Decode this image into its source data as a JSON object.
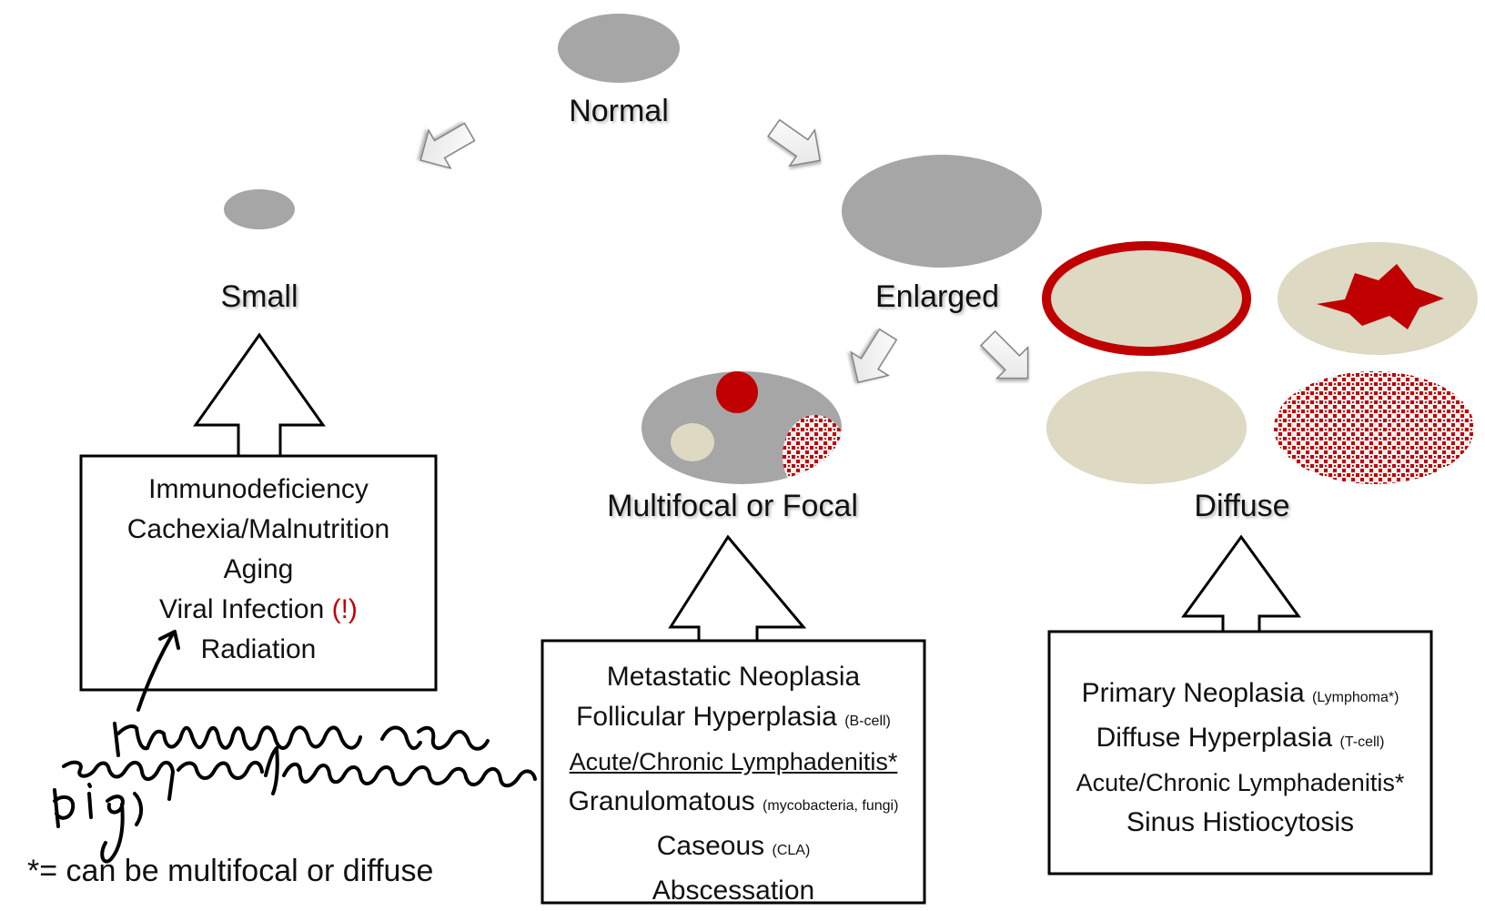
{
  "labels": {
    "normal": "Normal",
    "small": "Small",
    "enlarged": "Enlarged",
    "multifocal": "Multifocal or Focal",
    "diffuse": "Diffuse"
  },
  "small_box": {
    "lines": [
      "Immunodeficiency",
      "Cachexia/Malnutrition",
      "Aging",
      "Viral Infection",
      "Radiation"
    ],
    "viral_flag": "(!)"
  },
  "multifocal_box": {
    "metastatic": "Metastatic Neoplasia",
    "follicular": "Follicular Hyperplasia",
    "follicular_note": "(B-cell)",
    "acute": "Acute/Chronic Lymphadenitis*",
    "granulomatous": "Granulomatous",
    "granulomatous_note": "(mycobacteria, fungi)",
    "caseous": "Caseous",
    "caseous_note": "(CLA)",
    "abscessation": "Abscessation"
  },
  "diffuse_box": {
    "primary": "Primary Neoplasia",
    "primary_note": "(Lymphoma*)",
    "hyperplasia": "Diffuse Hyperplasia",
    "hyperplasia_note": "(T-cell)",
    "acute": "Acute/Chronic Lymphadenitis*",
    "sinus": "Sinus Histiocytosis"
  },
  "footnote": "*= can be multifocal or diffuse",
  "handwriting": "retroviruses are exception (make them big)",
  "colors": {
    "node_gray": "#a6a6a6",
    "beige": "#ddd9c3",
    "red": "#c00000",
    "arrow_outline": "#7f7f7f"
  }
}
